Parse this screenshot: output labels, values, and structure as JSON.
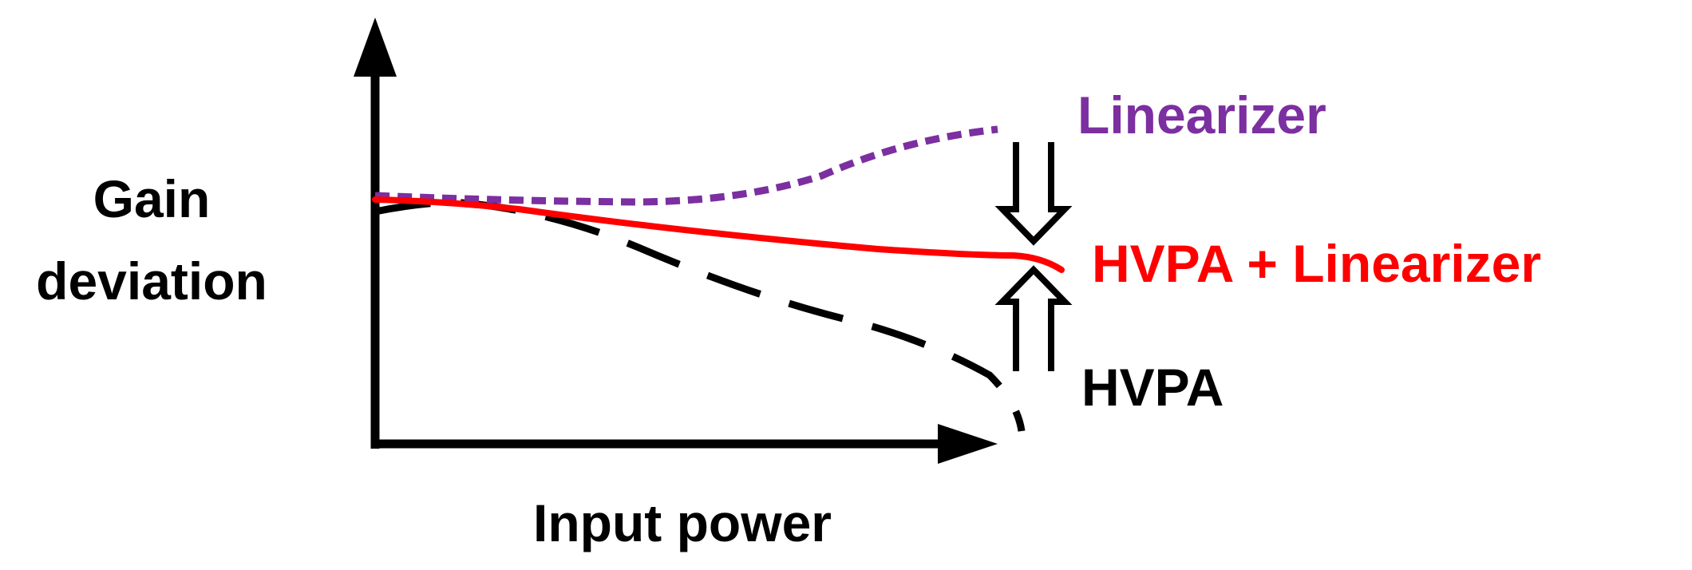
{
  "labels": {
    "y_axis_line1": "Gain",
    "y_axis_line2": "deviation",
    "x_axis": "Input power",
    "linearizer": "Linearizer",
    "combined": "HVPA + Linearizer",
    "hvpa": "HVPA"
  },
  "colors": {
    "linearizer": "#7B2FA0",
    "combined": "#FF0000",
    "hvpa": "#000000",
    "axes": "#000000"
  }
}
